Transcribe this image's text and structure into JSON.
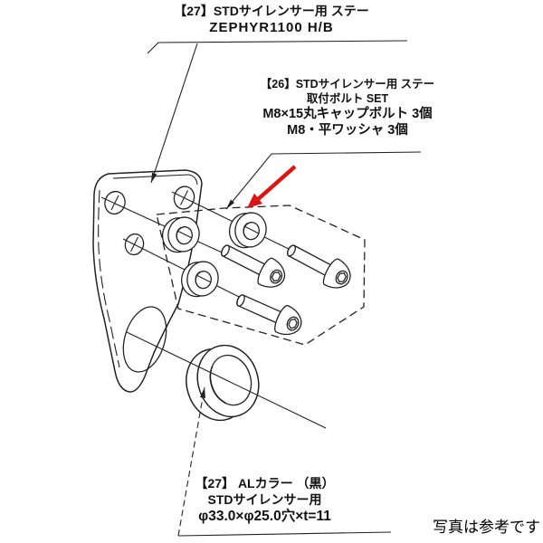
{
  "labels": {
    "stay_label": {
      "line1": "【27】STDサイレンサー用 ステー",
      "line2": "ZEPHYR1100 H/B"
    },
    "bolt_set_label": {
      "line1": "【26】STDサイレンサー用 ステー",
      "line2": "取付ボルト SET",
      "line3": "M8×15丸キャップボルト 3個",
      "line4": "M8・平ワッシャ 3個"
    },
    "collar_label": {
      "line1": "【27】 ALカラー （黒）",
      "line2": "STDサイレンサー用",
      "line3": "φ33.0×φ25.0穴×t=11"
    },
    "footer_note": "写真は参考です"
  },
  "colors": {
    "line": "#222222",
    "highlight_arrow": "#dd1410",
    "background": "#ffffff"
  }
}
